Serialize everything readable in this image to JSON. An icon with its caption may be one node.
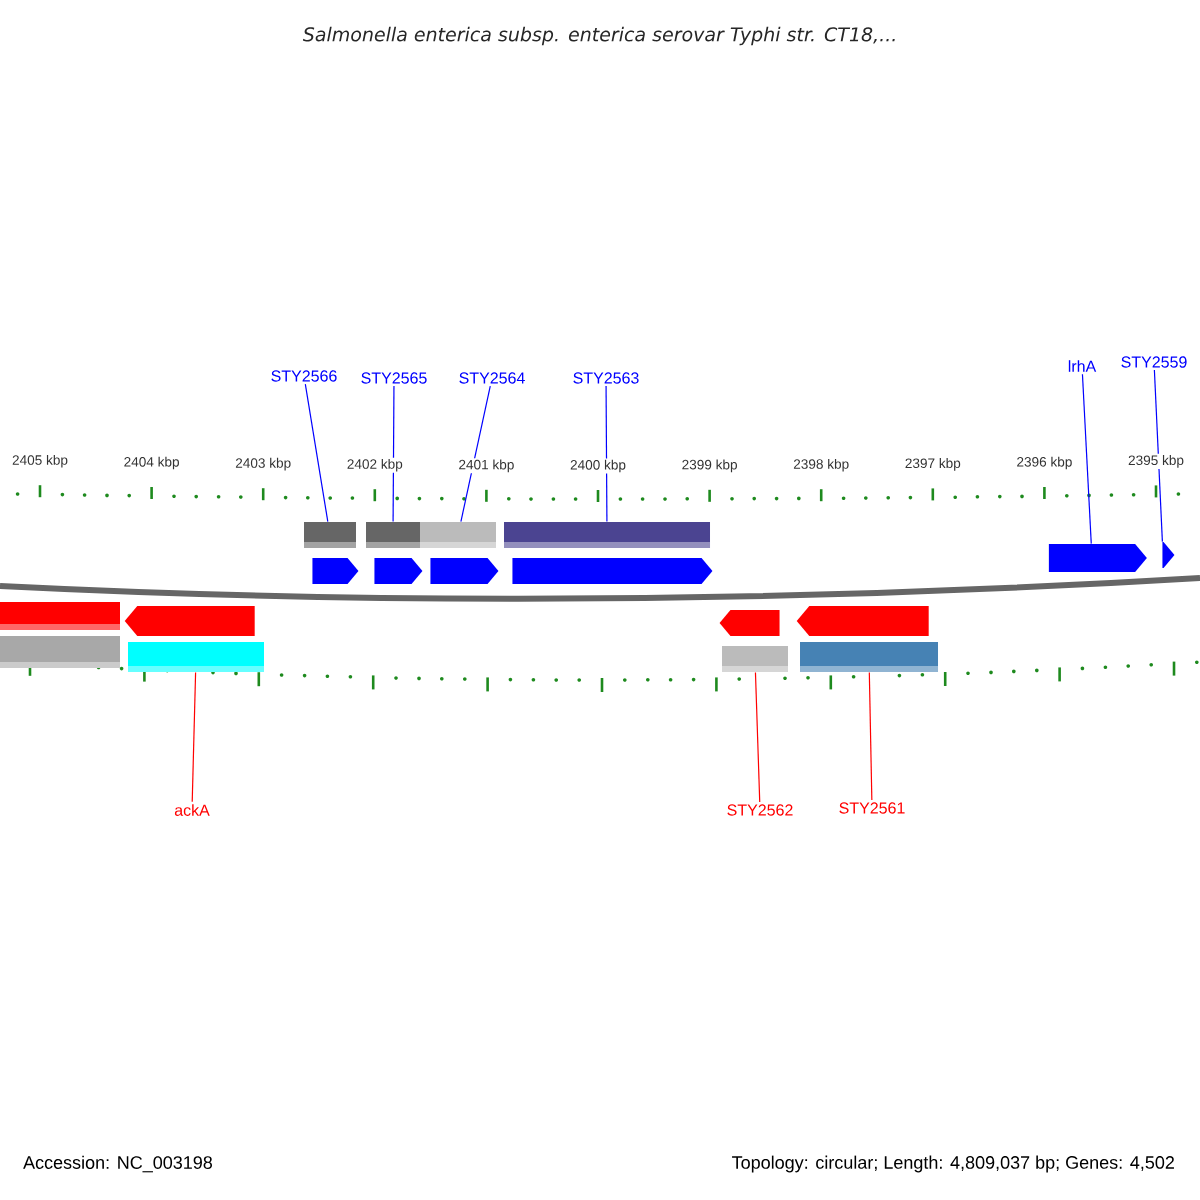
{
  "diagram": {
    "title": "Salmonella enterica subsp. enterica serovar Typhi str. CT18,...",
    "nodes": [
      {
        "text": [
          "STY2566"
        ]
      },
      {
        "text": [
          "STY2565"
        ]
      },
      {
        "text": [
          "STY2564"
        ]
      },
      {
        "text": [
          "STY2563"
        ]
      },
      {
        "text": [
          "lrhA"
        ]
      },
      {
        "text": [
          "STY2559"
        ]
      },
      {
        "text": [
          "ackA"
        ]
      },
      {
        "text": [
          "STY2562"
        ]
      },
      {
        "text": [
          "STY2561"
        ]
      },
      {
        "text": [],
        "shape": "bar"
      },
      {
        "text": [],
        "shape": "bar"
      },
      {
        "text": [],
        "shape": "bar"
      },
      {
        "text": [],
        "shape": "bar"
      },
      {
        "text": [],
        "shape": "arrow"
      },
      {
        "text": [],
        "shape": "arrow"
      },
      {
        "text": [],
        "shape": "arrow"
      },
      {
        "text": [],
        "shape": "arrow"
      },
      {
        "text": [],
        "shape": "arrow"
      },
      {
        "text": [],
        "shape": "arrow"
      },
      {
        "text": [],
        "shape": "bar"
      },
      {
        "text": [],
        "shape": "arrow"
      },
      {
        "text": [],
        "shape": "arrow"
      },
      {
        "text": [],
        "shape": "arrow"
      },
      {
        "text": [],
        "shape": "bar"
      },
      {
        "text": [],
        "shape": "bar"
      },
      {
        "text": [],
        "shape": "bar"
      },
      {
        "text": [],
        "shape": "bar"
      }
    ],
    "edges": [
      {
        "from": 0,
        "to": 9,
        "arrow": "none"
      },
      {
        "from": 1,
        "to": 10,
        "arrow": "none"
      },
      {
        "from": 2,
        "to": 11,
        "arrow": "none"
      },
      {
        "from": 3,
        "to": 12,
        "arrow": "none"
      },
      {
        "from": 4,
        "to": 17,
        "arrow": "none"
      },
      {
        "from": 5,
        "to": 18,
        "arrow": "none"
      },
      {
        "from": 6,
        "to": 24,
        "arrow": "none",
        "color": "#ff0000"
      },
      {
        "from": 7,
        "to": 25,
        "arrow": "none",
        "color": "#ff0000"
      },
      {
        "from": 8,
        "to": 26,
        "arrow": "none",
        "color": "#ff0000"
      }
    ],
    "labels": [
      "2405 kbp",
      "2404 kbp",
      "2403 kbp",
      "2402 kbp",
      "2401 kbp",
      "2400 kbp",
      "2399 kbp",
      "2398 kbp",
      "2397 kbp",
      "2396 kbp",
      "2395 kbp",
      "Accession: NC_003198",
      "Topology: circular; Length: 4,809,037 bp; Genes: 4,502"
    ]
  }
}
